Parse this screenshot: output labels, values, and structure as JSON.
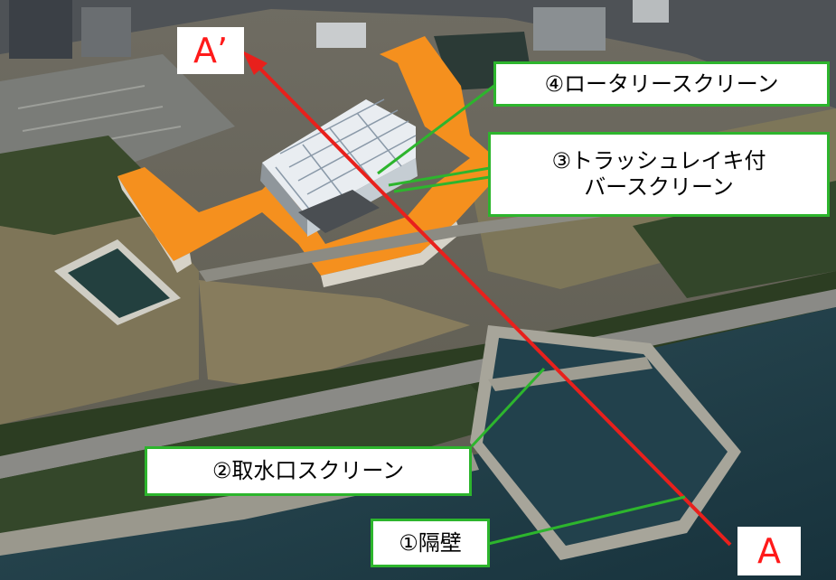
{
  "photo": {
    "endpoint_start_label": "A",
    "endpoint_end_label": "A’"
  },
  "callouts": {
    "rotary_screen": "④ロータリースクリーン",
    "bar_screen_line1": "③トラッシュレイキ付",
    "bar_screen_line2": "バースクリーン",
    "intake_screen": "②取水口スクリーン",
    "partition_wall": "①隔壁"
  },
  "colors": {
    "section_line": "#e8201c",
    "leader_line": "#2db52d",
    "building_highlight": "#f5901e",
    "water": "#1f3f4a",
    "vegetation": "#2c3d22"
  }
}
